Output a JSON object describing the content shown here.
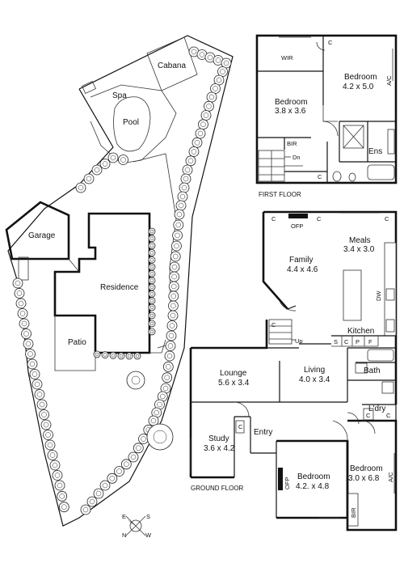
{
  "site": {
    "labels": {
      "cabana": "Cabana",
      "spa": "Spa",
      "pool": "Pool",
      "garage": "Garage",
      "residence": "Residence",
      "patio": "Patio"
    },
    "compass": {
      "n": "N",
      "s": "S",
      "e": "E",
      "w": "W"
    }
  },
  "first_floor": {
    "caption": "FIRST FLOOR",
    "rooms": {
      "wir": "WIR",
      "bedroom1_name": "Bedroom",
      "bedroom1_size": "4.2 x 5.0",
      "bedroom2_name": "Bedroom",
      "bedroom2_size": "3.8 x 3.6",
      "bir": "BIR",
      "ens": "Ens",
      "dn": "Dn",
      "ac": "A/C",
      "c1": "C",
      "c2": "C"
    }
  },
  "ground_floor": {
    "caption": "GROUND FLOOR",
    "rooms": {
      "meals_name": "Meals",
      "meals_size": "3.4 x 3.0",
      "family_name": "Family",
      "family_size": "4.4 x 4.6",
      "kitchen": "Kitchen",
      "lounge_name": "Lounge",
      "lounge_size": "5.6 x 3.4",
      "living_name": "Living",
      "living_size": "4.0 x 3.4",
      "bath": "Bath",
      "ldry": "L'dry",
      "study_name": "Study",
      "study_size": "3.6 x 4.2",
      "entry": "Entry",
      "bedroom_a_name": "Bedroom",
      "bedroom_a_size": "4.2. x 4.8",
      "bedroom_b_name": "Bedroom",
      "bedroom_b_size": "3.0 x 6.8",
      "ofp_top": "OFP",
      "ofp_side": "OFP",
      "dw": "DW",
      "up": "Up",
      "ac": "A/C",
      "bir": "BIR",
      "storage": [
        "S",
        "C",
        "P",
        "F"
      ],
      "c_marks": [
        "C",
        "C",
        "C",
        "C",
        "C",
        "C",
        "C"
      ]
    }
  }
}
